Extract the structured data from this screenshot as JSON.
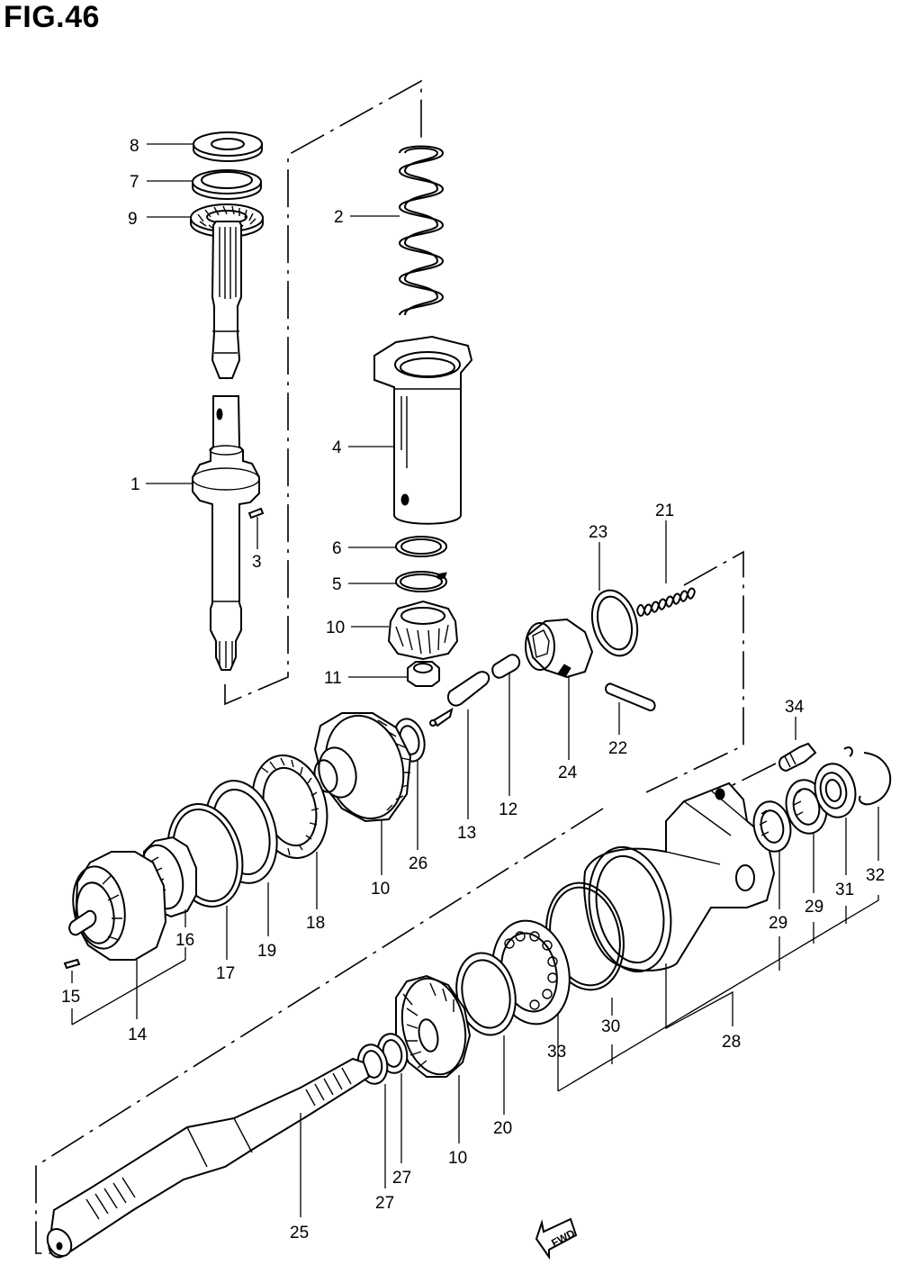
{
  "figure": {
    "title": "FIG.46"
  },
  "labels": [
    {
      "id": "lbl-8",
      "text": "8"
    },
    {
      "id": "lbl-7",
      "text": "7"
    },
    {
      "id": "lbl-9",
      "text": "9"
    },
    {
      "id": "lbl-2",
      "text": "2"
    },
    {
      "id": "lbl-1",
      "text": "1"
    },
    {
      "id": "lbl-3",
      "text": "3"
    },
    {
      "id": "lbl-4",
      "text": "4"
    },
    {
      "id": "lbl-6",
      "text": "6"
    },
    {
      "id": "lbl-5",
      "text": "5"
    },
    {
      "id": "lbl-10a",
      "text": "10"
    },
    {
      "id": "lbl-11",
      "text": "11"
    },
    {
      "id": "lbl-23",
      "text": "23"
    },
    {
      "id": "lbl-21",
      "text": "21"
    },
    {
      "id": "lbl-24",
      "text": "24"
    },
    {
      "id": "lbl-22",
      "text": "22"
    },
    {
      "id": "lbl-34",
      "text": "34"
    },
    {
      "id": "lbl-13",
      "text": "13"
    },
    {
      "id": "lbl-12",
      "text": "12"
    },
    {
      "id": "lbl-26",
      "text": "26"
    },
    {
      "id": "lbl-10b",
      "text": "10"
    },
    {
      "id": "lbl-18",
      "text": "18"
    },
    {
      "id": "lbl-19",
      "text": "19"
    },
    {
      "id": "lbl-17",
      "text": "17"
    },
    {
      "id": "lbl-16",
      "text": "16"
    },
    {
      "id": "lbl-15",
      "text": "15"
    },
    {
      "id": "lbl-14",
      "text": "14"
    },
    {
      "id": "lbl-29a",
      "text": "29"
    },
    {
      "id": "lbl-29b",
      "text": "29"
    },
    {
      "id": "lbl-31",
      "text": "31"
    },
    {
      "id": "lbl-32",
      "text": "32"
    },
    {
      "id": "lbl-30",
      "text": "30"
    },
    {
      "id": "lbl-28",
      "text": "28"
    },
    {
      "id": "lbl-33",
      "text": "33"
    },
    {
      "id": "lbl-20",
      "text": "20"
    },
    {
      "id": "lbl-10c",
      "text": "10"
    },
    {
      "id": "lbl-27a",
      "text": "27"
    },
    {
      "id": "lbl-27b",
      "text": "27"
    },
    {
      "id": "lbl-25",
      "text": "25"
    }
  ],
  "direction_badge": {
    "text": "FWD"
  }
}
